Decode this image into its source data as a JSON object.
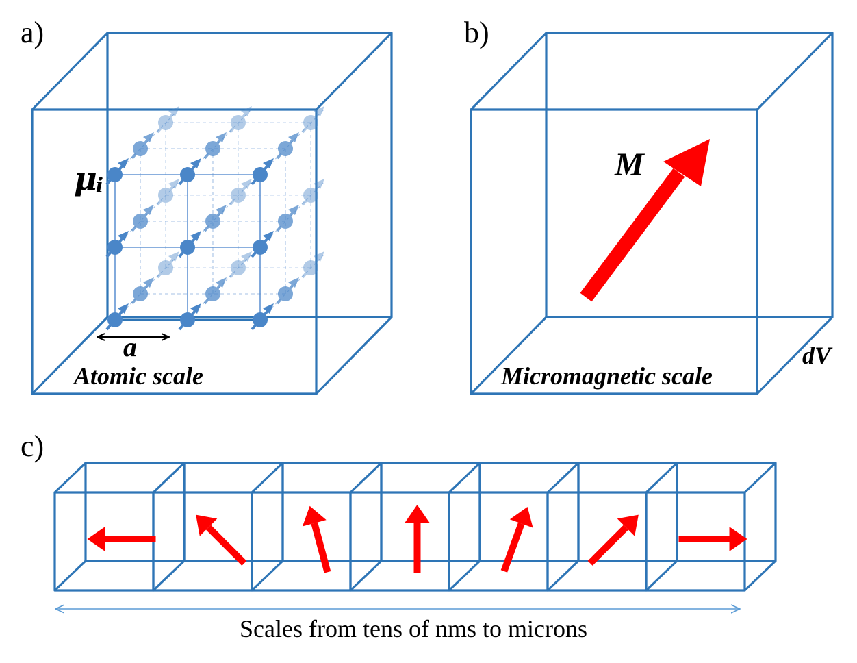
{
  "panels": {
    "a": {
      "label": "a)",
      "scale_label": "Atomic scale",
      "moment_symbol": "μ",
      "moment_subscript": "i",
      "spacing_label": "a"
    },
    "b": {
      "label": "b)",
      "vector_label": "M",
      "volume_label": "dV",
      "scale_label": "Micromagnetic scale"
    },
    "c": {
      "label": "c)",
      "caption": "Scales from tens of nms to microns",
      "cell_arrow_angles_deg": [
        180,
        135,
        105,
        90,
        70,
        45,
        0
      ]
    }
  },
  "colors": {
    "cube_edge": "#2E75B6",
    "magnetization": "#FF0000",
    "lattice_line": "#5B8FD0",
    "atom": "#4A86C8",
    "text": "#000000"
  }
}
